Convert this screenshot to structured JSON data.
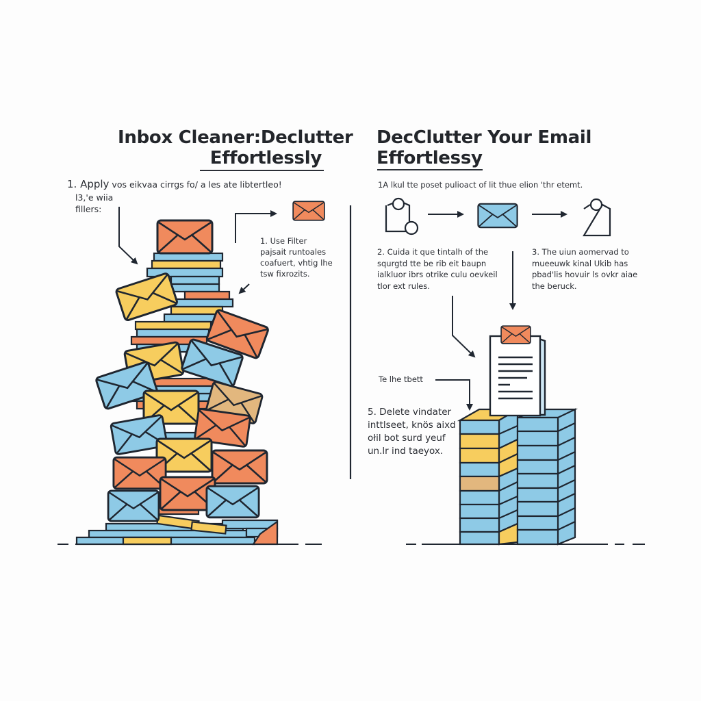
{
  "left_panel": {
    "title_line1": "Inbox Cleaner:Declutter",
    "title_line2": "Effortlessly",
    "step1": {
      "lead": "1. Apply",
      "rest": "vos eikvaa cirrgs fo/ a les ate libtertleo!",
      "line2": "l3,'e wiia",
      "line3": "fillers:"
    },
    "callout": {
      "lines": [
        "1.  Use Filter",
        "pajsait runtoales",
        "coafuert, vhtig lhe",
        "tsw fixrozits."
      ]
    },
    "illustration": "pile-of-envelopes"
  },
  "right_panel": {
    "title_line1": "DecClutter Your Email",
    "title_line2": "Effortlessy",
    "intro": "1A lkul tte poset pulioact of lit thue elion 'thr etemt.",
    "flow_icons": [
      "bag-with-badge-icon",
      "envelope-icon",
      "bag-icon"
    ],
    "step2": {
      "lines": [
        "2. Cuida it que tintalh of the",
        "squrgtd tte be rib eit baupn",
        "ialkluor ibrs otrike culu oevkeil",
        "tlor ext rules."
      ]
    },
    "step3": {
      "lines": [
        "3. The uiun aomervad to",
        "mueeuwk kinal Ukib has",
        "pbad'lis hovuir ls ovkr aiae",
        "the beruck."
      ]
    },
    "pointer_label": "Te lhe tbett",
    "step5": {
      "lines": [
        "5. Delete vindater",
        "inttlseet, knös aixd",
        "ołil bot surd yeuf",
        "un.lr ind taeyox."
      ]
    },
    "illustration": "organized-stacks-with-document"
  },
  "colors": {
    "orange": "#f08a5d",
    "yellow": "#f7cd5e",
    "blue": "#8ecae6",
    "tan": "#e2b77e",
    "ink": "#1f2630"
  }
}
